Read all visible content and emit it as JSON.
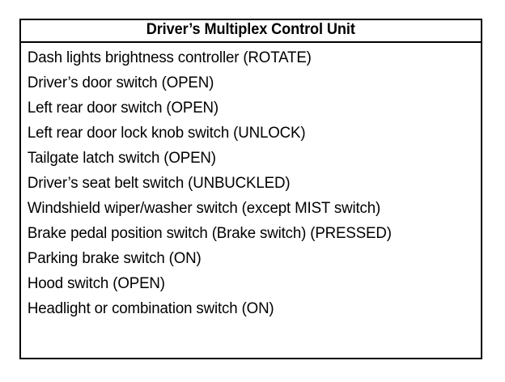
{
  "document": {
    "background_color": "#ffffff",
    "ink_color": "#000000"
  },
  "table": {
    "title": "Driver’s Multiplex Control Unit",
    "border_color": "#000000",
    "items": [
      "Dash lights brightness controller (ROTATE)",
      "Driver’s door switch (OPEN)",
      "Left rear door switch (OPEN)",
      "Left rear door lock knob switch (UNLOCK)",
      "Tailgate latch switch (OPEN)",
      "Driver’s seat belt switch (UNBUCKLED)",
      "Windshield wiper/washer switch (except MIST switch)",
      "Brake pedal position switch (Brake switch) (PRESSED)",
      "Parking brake switch (ON)",
      "Hood switch (OPEN)",
      "Headlight or combination switch (ON)"
    ]
  }
}
